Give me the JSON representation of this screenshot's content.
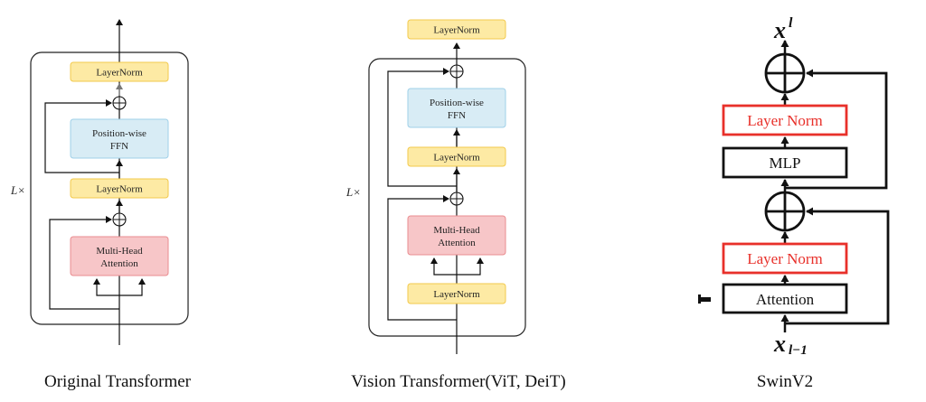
{
  "colors": {
    "layernorm_fill": "#fdeaa4",
    "layernorm_stroke": "#f2c94c",
    "ffn_fill": "#d8ecf5",
    "ffn_stroke": "#9fd0e8",
    "attention_fill": "#f7c6c8",
    "attention_stroke": "#ea8c90",
    "swin_red": "#e8302a"
  },
  "original": {
    "caption": "Original Transformer",
    "repeat_label": "L×",
    "layernorm_top": "LayerNorm",
    "ffn_line1": "Position-wise",
    "ffn_line2": "FFN",
    "layernorm_mid": "LayerNorm",
    "attention_line1": "Multi-Head",
    "attention_line2": "Attention"
  },
  "vit": {
    "caption": "Vision Transformer(ViT, DeiT)",
    "repeat_label": "L×",
    "layernorm_top": "LayerNorm",
    "ffn_line1": "Position-wise",
    "ffn_line2": "FFN",
    "layernorm_mid": "LayerNorm",
    "attention_line1": "Multi-Head",
    "attention_line2": "Attention",
    "layernorm_bottom": "LayerNorm"
  },
  "swin": {
    "caption": "SwinV2",
    "output_label": "x",
    "output_sup": "l",
    "input_label": "x",
    "input_sub": "l−1",
    "layernorm_top": "Layer Norm",
    "mlp": "MLP",
    "layernorm_bottom": "Layer Norm",
    "attention": "Attention"
  }
}
